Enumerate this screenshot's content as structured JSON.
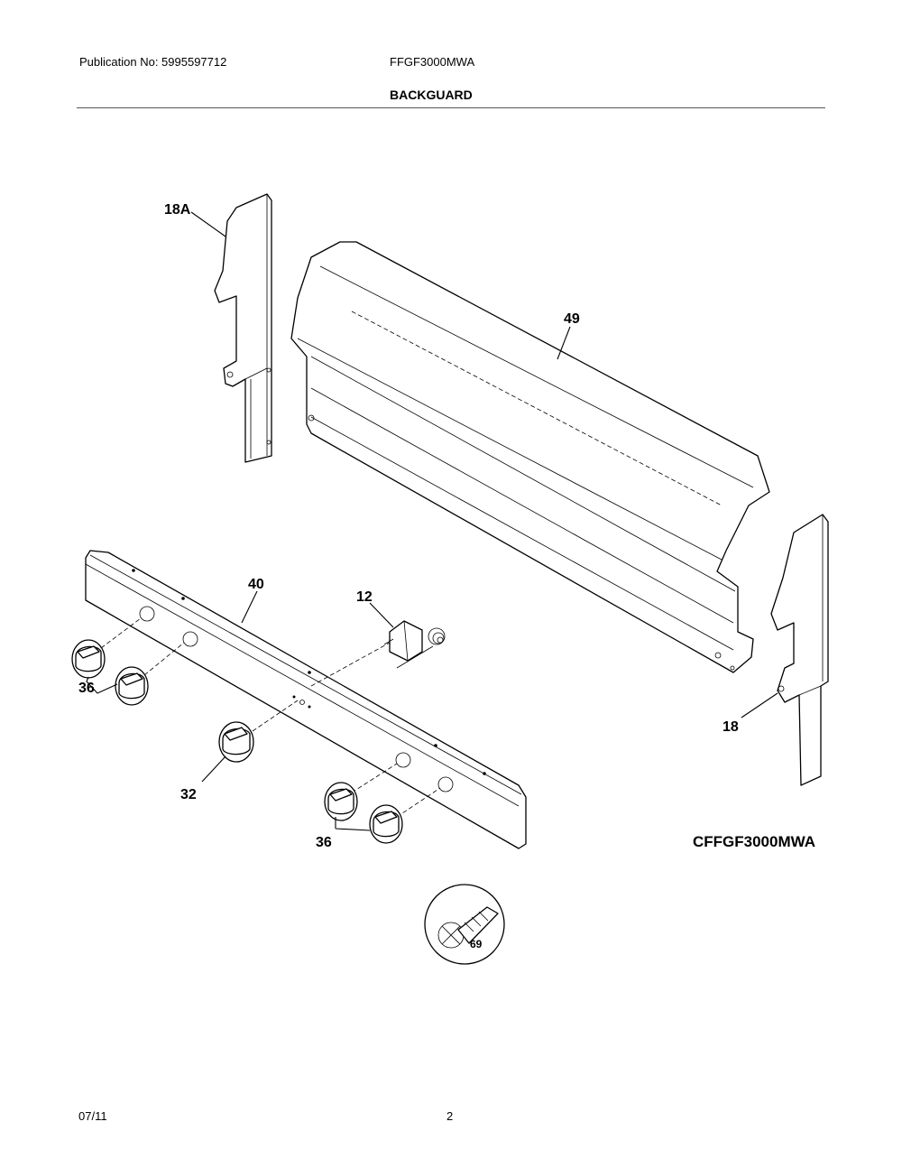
{
  "header": {
    "publication": "Publication No: 5995597712",
    "model": "FFGF3000MWA",
    "section": "BACKGUARD"
  },
  "footer": {
    "date": "07/11",
    "page": "2"
  },
  "diagram": {
    "model_code": "CFFGF3000MWA",
    "callouts": {
      "p18A": "18A",
      "p49": "49",
      "p40": "40",
      "p12": "12",
      "p36a": "36",
      "p32": "32",
      "p36b": "36",
      "p18": "18",
      "p69": "69"
    }
  }
}
